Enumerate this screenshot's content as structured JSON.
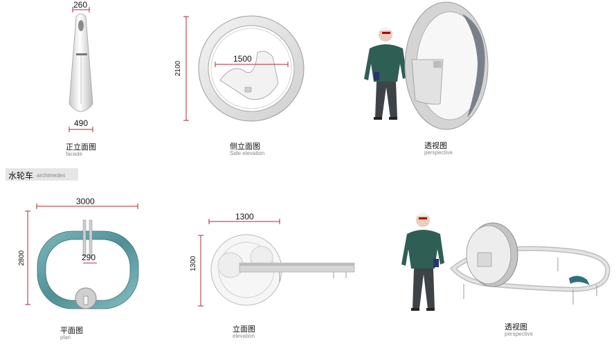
{
  "views_top": [
    {
      "cn": "正立面图",
      "en": "facade"
    },
    {
      "cn": "侧立面图",
      "en": "Side elevation"
    },
    {
      "cn": "透视图",
      "en": "perspective"
    }
  ],
  "views_bottom": [
    {
      "cn": "平面图",
      "en": "plan"
    },
    {
      "cn": "立面图",
      "en": "elevation"
    },
    {
      "cn": "透视图",
      "en": "perspective"
    }
  ],
  "section": {
    "cn": "水轮车",
    "en": "archimedes"
  },
  "dims": {
    "facade_top": "260",
    "facade_bottom": "490",
    "side_height": "2100",
    "side_width": "1500",
    "plan_width": "3000",
    "plan_height": "2800",
    "plan_inner": "290",
    "elev_width": "1300",
    "elev_height": "1300"
  },
  "colors": {
    "dim_line": "#b0243a",
    "ring_blue": "#5e9ea3",
    "jacket": "#2f5e55"
  }
}
